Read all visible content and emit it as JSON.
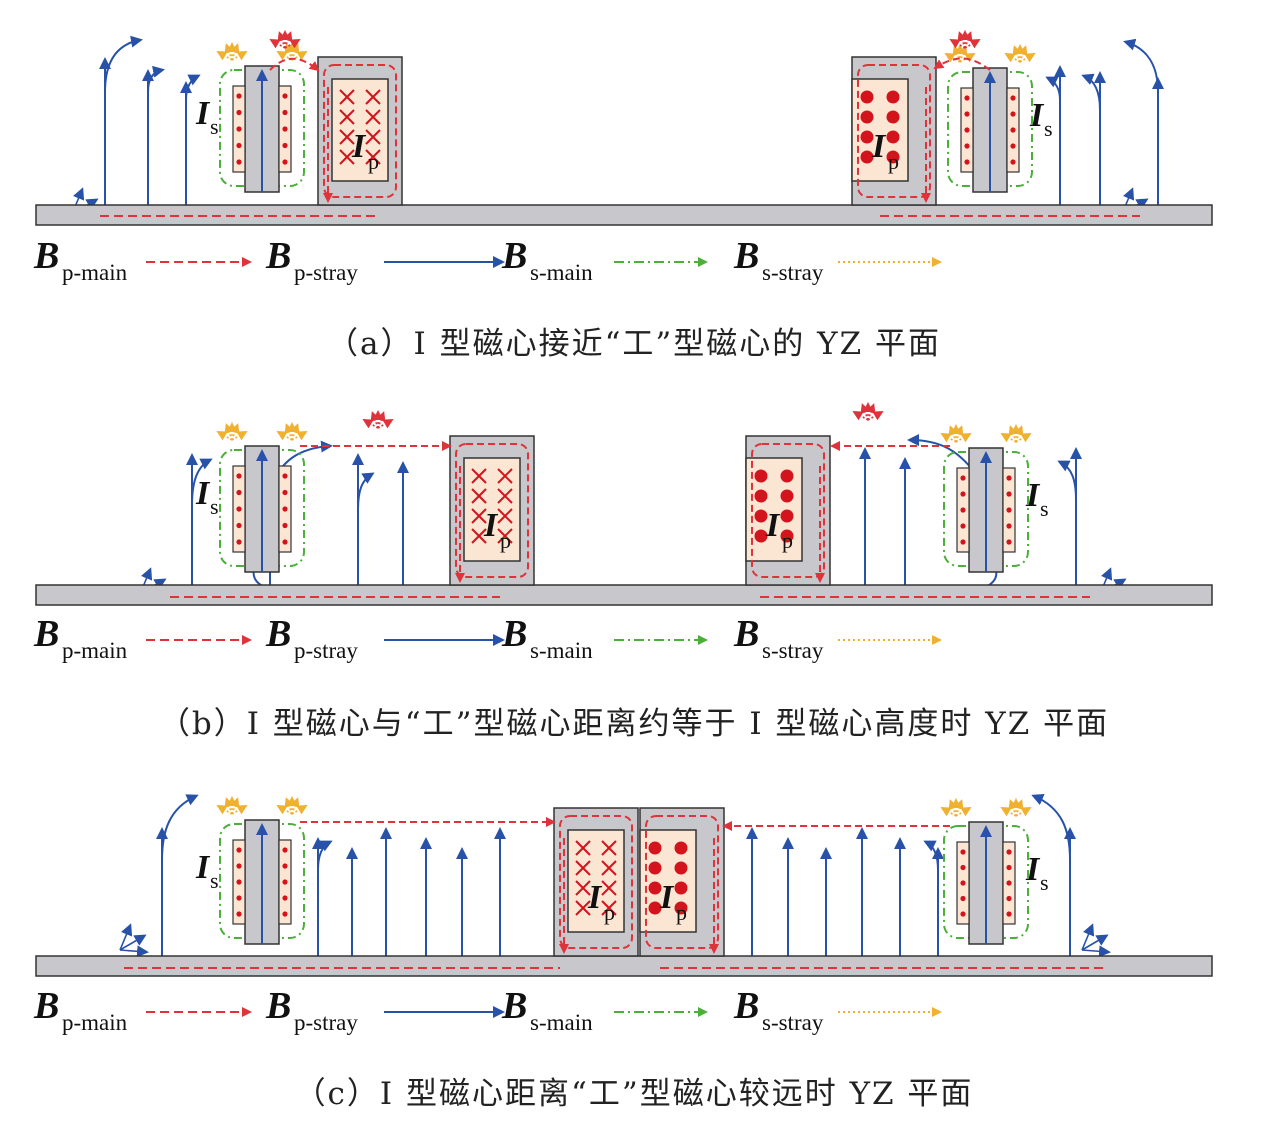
{
  "legend": [
    {
      "symbol": "B",
      "sub": "p-main",
      "color": "#e0323a",
      "style": "dashed"
    },
    {
      "symbol": "B",
      "sub": "p-stray",
      "color": "#2752a8",
      "style": "solid"
    },
    {
      "symbol": "B",
      "sub": "s-main",
      "color": "#4caf3a",
      "style": "dashdot"
    },
    {
      "symbol": "B",
      "sub": "s-stray",
      "color": "#f0b030",
      "style": "dotted"
    }
  ],
  "labels": {
    "is_symbol": "I",
    "is_sub": "s",
    "ip_symbol": "I",
    "ip_sub": "p"
  },
  "panels": [
    {
      "id": "a",
      "caption": "（a）I 型磁心接近“工”型磁心的 YZ 平面"
    },
    {
      "id": "b",
      "caption": "（b）I 型磁心与“工”型磁心距离约等于 I 型磁心高度时 YZ 平面"
    },
    {
      "id": "c",
      "caption": "（c）I 型磁心距离“工”型磁心较远时 YZ 平面"
    }
  ],
  "colors": {
    "core_fill": "#c8c8cc",
    "core_stroke": "#333333",
    "winding_fill": "#fbe6d4",
    "dot": "#d4141c"
  }
}
